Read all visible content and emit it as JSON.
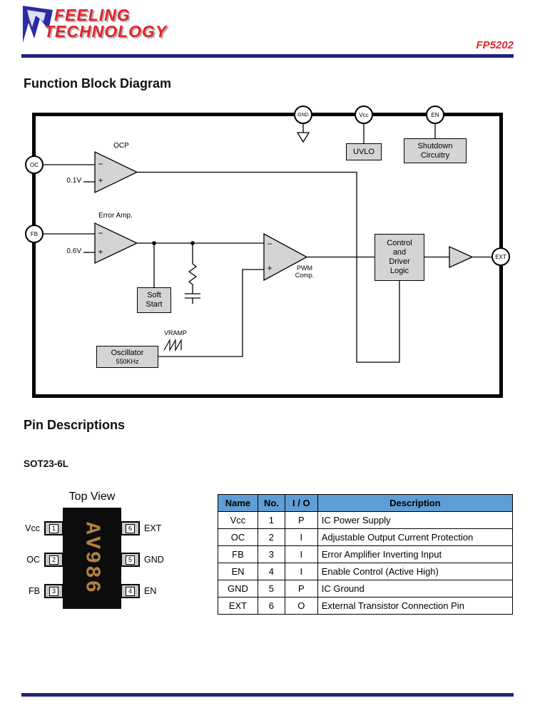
{
  "header": {
    "brand_line1": "FEELING",
    "brand_line2": "TECHNOLOGY",
    "part_number": "FP5202"
  },
  "headings": {
    "block_diagram": "Function Block Diagram",
    "pin_descriptions": "Pin Descriptions",
    "package_type": "SOT23-6L",
    "top_view": "Top View"
  },
  "diagram": {
    "top_pins": [
      "GND",
      "Vcc",
      "EN"
    ],
    "left_pins": [
      "OC",
      "FB"
    ],
    "right_pin": "EXT",
    "uvlo_label": "UVLO",
    "shutdown_lines": [
      "Shutdown",
      "Circuitry"
    ],
    "ocp_label": "OCP",
    "ocp_threshold": "0.1V",
    "minus": "−",
    "plus": "+",
    "error_amp_label": "Error Amp.",
    "error_amp_ref": "0.6V",
    "soft_start_lines": [
      "Soft",
      "Start"
    ],
    "pwm_lines": [
      "PWM",
      "Comp."
    ],
    "control_lines": [
      "Control",
      "and",
      "Driver",
      "Logic"
    ],
    "oscillator_label": "Oscillator",
    "oscillator_freq": "550KHz",
    "vramp_label": "VRAMP"
  },
  "package": {
    "marking": "AV986",
    "left_pins": [
      {
        "num": "1",
        "name": "Vcc"
      },
      {
        "num": "2",
        "name": "OC"
      },
      {
        "num": "3",
        "name": "FB"
      }
    ],
    "right_pins": [
      {
        "num": "6",
        "name": "EXT"
      },
      {
        "num": "5",
        "name": "GND"
      },
      {
        "num": "4",
        "name": "EN"
      }
    ]
  },
  "pin_table": {
    "headers": [
      "Name",
      "No.",
      "I / O",
      "Description"
    ],
    "rows": [
      {
        "name": "Vcc",
        "no": "1",
        "io": "P",
        "desc": "IC Power Supply"
      },
      {
        "name": "OC",
        "no": "2",
        "io": "I",
        "desc": "Adjustable Output Current Protection"
      },
      {
        "name": "FB",
        "no": "3",
        "io": "I",
        "desc": "Error Amplifier Inverting Input"
      },
      {
        "name": "EN",
        "no": "4",
        "io": "I",
        "desc": "Enable Control (Active High)"
      },
      {
        "name": "GND",
        "no": "5",
        "io": "P",
        "desc": "IC Ground"
      },
      {
        "name": "EXT",
        "no": "6",
        "io": "O",
        "desc": "External Transistor Connection Pin"
      }
    ]
  },
  "colors": {
    "brand_red": "#e4232b",
    "rule_navy": "#23237d",
    "table_header_bg": "#5f9dd5",
    "block_fill": "#d4d4d4",
    "chip_marking": "#b5813f"
  }
}
